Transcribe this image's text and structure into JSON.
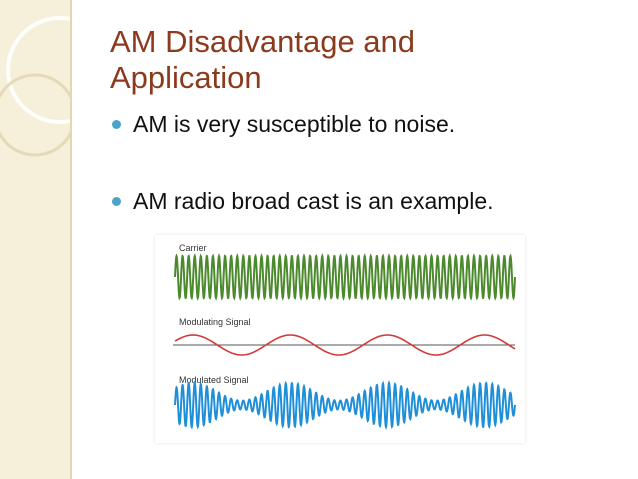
{
  "slide": {
    "title_line1": "AM Disadvantage and",
    "title_line2": "Application",
    "bullets": [
      "AM is very susceptible to noise.",
      "AM radio broad cast is an example."
    ]
  },
  "figure": {
    "labels": {
      "carrier": "Carrier",
      "modulating": "Modulating Signal",
      "modulated": "Modulated Signal"
    }
  },
  "colors": {
    "title": "#8b3a1e",
    "bullet": "#4aa3c8",
    "carrier": "#4c8a2e",
    "modulating": "#d43a3a",
    "modulated": "#1f8fd8",
    "band": "#f6efd9"
  }
}
